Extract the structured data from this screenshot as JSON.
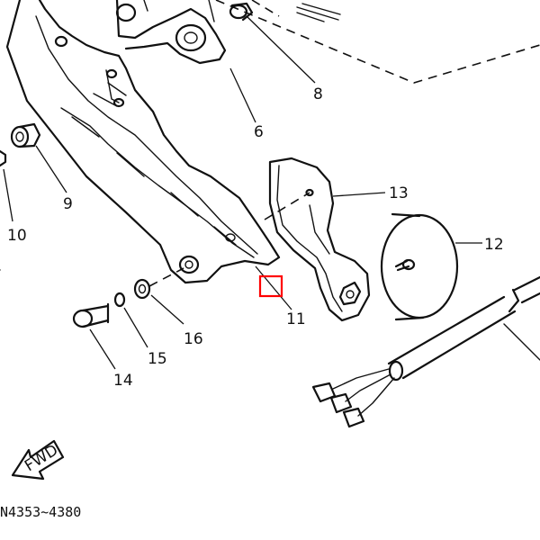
{
  "diagram": {
    "callouts": [
      "8",
      "6",
      "9",
      "10",
      "13",
      "12",
      "11",
      "16",
      "15",
      "14"
    ],
    "fwd_label": "FWD",
    "serial_range": "N4353~4380",
    "highlight_color": "#ff0000"
  }
}
